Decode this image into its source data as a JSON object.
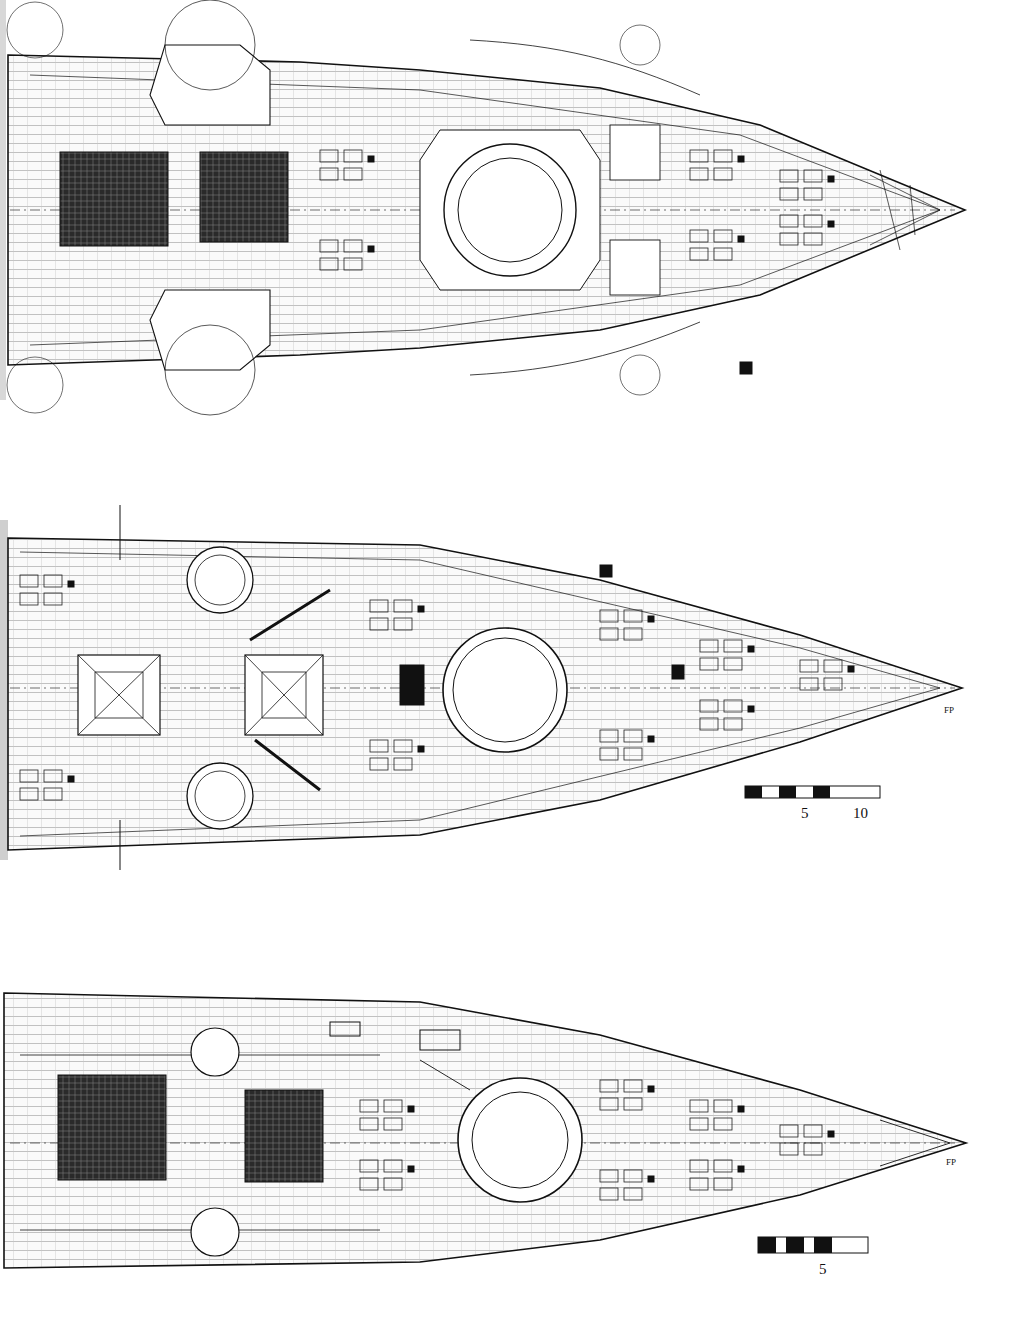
{
  "diagram": {
    "labels": [
      "FP",
      "5",
      "10",
      "FP",
      "5"
    ]
  }
}
